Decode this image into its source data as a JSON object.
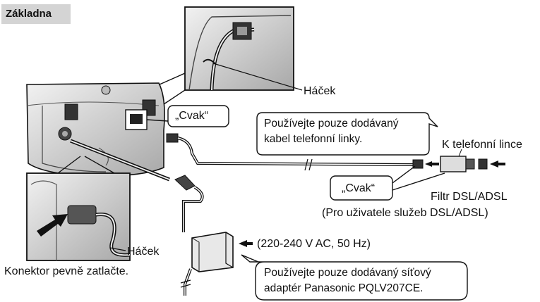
{
  "section_label": "Základna",
  "labels": {
    "hook_top": "Háček",
    "click_left": "„Cvak“",
    "cable_note_line1": "Používejte pouze dodávaný",
    "cable_note_line2": "kabel telefonní linky.",
    "to_phone_line": "K telefonní lince",
    "click_right": "„Cvak“",
    "filter_name": "Filtr DSL/ADSL",
    "filter_note": "(Pro uživatele služeb DSL/ADSL)",
    "hook_bottom": "Háček",
    "connector_note": "Konektor pevně zatlačte.",
    "power_spec": "(220-240 V AC, 50 Hz)",
    "adapter_note_line1": "Používejte pouze dodávaný síťový",
    "adapter_note_line2": "adaptér Panasonic PQLV207CE."
  },
  "colors": {
    "ink": "#111111",
    "label_bg": "#d4d4d4",
    "device_fill": "#cfcfcf",
    "device_dark": "#8a8a8a"
  }
}
